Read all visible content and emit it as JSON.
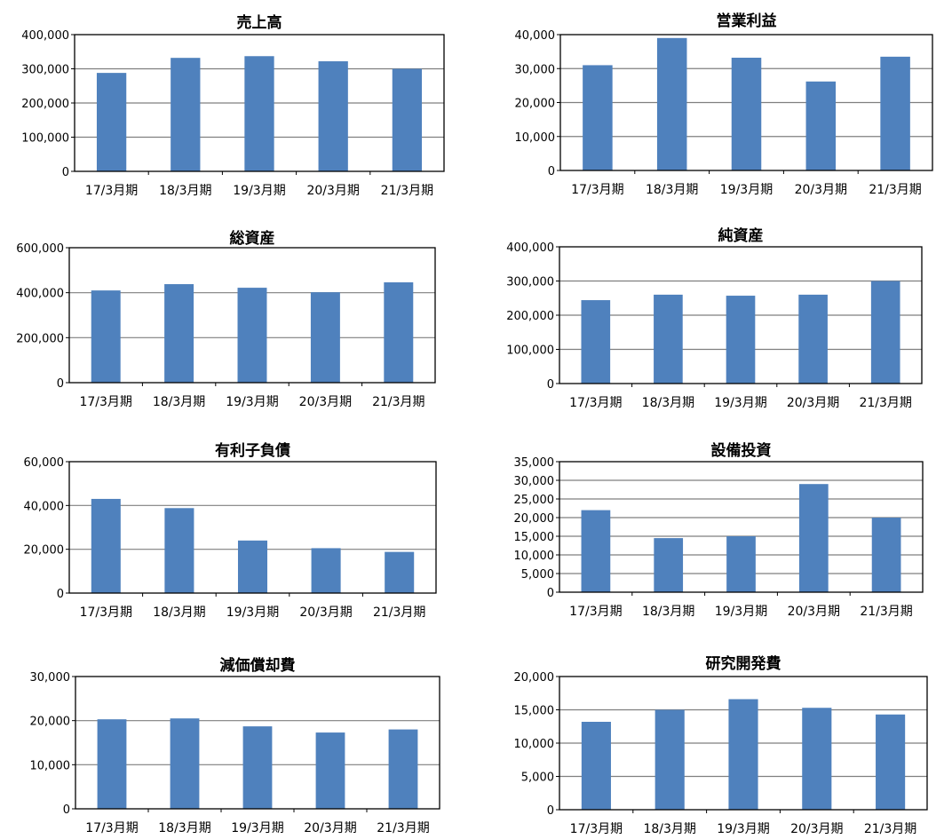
{
  "chart_data": [
    {
      "type": "bar",
      "title": "売上高",
      "categories": [
        "17/3月期",
        "18/3月期",
        "19/3月期",
        "20/3月期",
        "21/3月期"
      ],
      "values": [
        288000,
        332000,
        337000,
        322000,
        300000
      ],
      "ylim": [
        0,
        400000
      ],
      "yticks": [
        "0",
        "100,000",
        "200,000",
        "300,000",
        "400,000"
      ],
      "grid": true,
      "legend": "none",
      "bar_color": "#4F81BD"
    },
    {
      "type": "bar",
      "title": "営業利益",
      "categories": [
        "17/3月期",
        "18/3月期",
        "19/3月期",
        "20/3月期",
        "21/3月期"
      ],
      "values": [
        31000,
        39000,
        33200,
        26200,
        33500
      ],
      "ylim": [
        0,
        40000
      ],
      "yticks": [
        "0",
        "10,000",
        "20,000",
        "30,000",
        "40,000"
      ],
      "grid": true,
      "legend": "none",
      "bar_color": "#4F81BD"
    },
    {
      "type": "bar",
      "title": "総資産",
      "categories": [
        "17/3月期",
        "18/3月期",
        "19/3月期",
        "20/3月期",
        "21/3月期"
      ],
      "values": [
        410000,
        438000,
        422000,
        402000,
        446000
      ],
      "ylim": [
        0,
        600000
      ],
      "yticks": [
        "0",
        "200,000",
        "400,000",
        "600,000"
      ],
      "grid": true,
      "legend": "none",
      "bar_color": "#4F81BD"
    },
    {
      "type": "bar",
      "title": "純資産",
      "categories": [
        "17/3月期",
        "18/3月期",
        "19/3月期",
        "20/3月期",
        "21/3月期"
      ],
      "values": [
        244000,
        260000,
        257000,
        260000,
        300000
      ],
      "ylim": [
        0,
        400000
      ],
      "yticks": [
        "0",
        "100,000",
        "200,000",
        "300,000",
        "400,000"
      ],
      "grid": true,
      "legend": "none",
      "bar_color": "#4F81BD"
    },
    {
      "type": "bar",
      "title": "有利子負債",
      "categories": [
        "17/3月期",
        "18/3月期",
        "19/3月期",
        "20/3月期",
        "21/3月期"
      ],
      "values": [
        43000,
        38800,
        24000,
        20500,
        18800
      ],
      "ylim": [
        0,
        60000
      ],
      "yticks": [
        "0",
        "20,000",
        "40,000",
        "60,000"
      ],
      "grid": true,
      "legend": "none",
      "bar_color": "#4F81BD"
    },
    {
      "type": "bar",
      "title": "設備投資",
      "categories": [
        "17/3月期",
        "18/3月期",
        "19/3月期",
        "20/3月期",
        "21/3月期"
      ],
      "values": [
        22000,
        14500,
        15000,
        29000,
        20000
      ],
      "ylim": [
        0,
        35000
      ],
      "yticks": [
        "0",
        "5,000",
        "10,000",
        "15,000",
        "20,000",
        "25,000",
        "30,000",
        "35,000"
      ],
      "grid": true,
      "legend": "none",
      "bar_color": "#4F81BD"
    },
    {
      "type": "bar",
      "title": "減価償却費",
      "categories": [
        "17/3月期",
        "18/3月期",
        "19/3月期",
        "20/3月期",
        "21/3月期"
      ],
      "values": [
        20300,
        20500,
        18700,
        17300,
        18000
      ],
      "ylim": [
        0,
        30000
      ],
      "yticks": [
        "0",
        "10,000",
        "20,000",
        "30,000"
      ],
      "grid": true,
      "legend": "none",
      "bar_color": "#4F81BD"
    },
    {
      "type": "bar",
      "title": "研究開発費",
      "categories": [
        "17/3月期",
        "18/3月期",
        "19/3月期",
        "20/3月期",
        "21/3月期"
      ],
      "values": [
        13200,
        15000,
        16600,
        15300,
        14300
      ],
      "ylim": [
        0,
        20000
      ],
      "yticks": [
        "0",
        "5,000",
        "10,000",
        "15,000",
        "20,000"
      ],
      "grid": true,
      "legend": "none",
      "bar_color": "#4F81BD"
    }
  ]
}
